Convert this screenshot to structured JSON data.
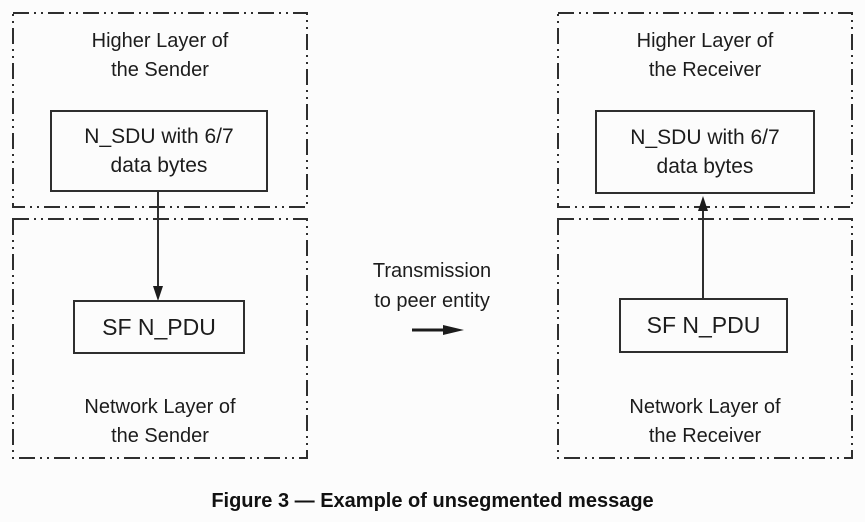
{
  "figure": {
    "caption": "Figure 3 — Example of unsegmented message"
  },
  "sender": {
    "higher_layer_label": "Higher Layer of\nthe Sender",
    "n_sdu_label": "N_SDU with 6/7\ndata bytes",
    "sf_n_pdu_label": "SF N_PDU",
    "network_layer_label": "Network Layer of\nthe Sender"
  },
  "receiver": {
    "higher_layer_label": "Higher Layer of\nthe Receiver",
    "n_sdu_label": "N_SDU with 6/7\ndata bytes",
    "sf_n_pdu_label": "SF N_PDU",
    "network_layer_label": "Network Layer of\nthe Receiver"
  },
  "transmission": {
    "label": "Transmission\nto peer entity"
  },
  "colors": {
    "line": "#2e2e2e",
    "text": "#1c1c1c",
    "background": "#fcfcfc"
  }
}
